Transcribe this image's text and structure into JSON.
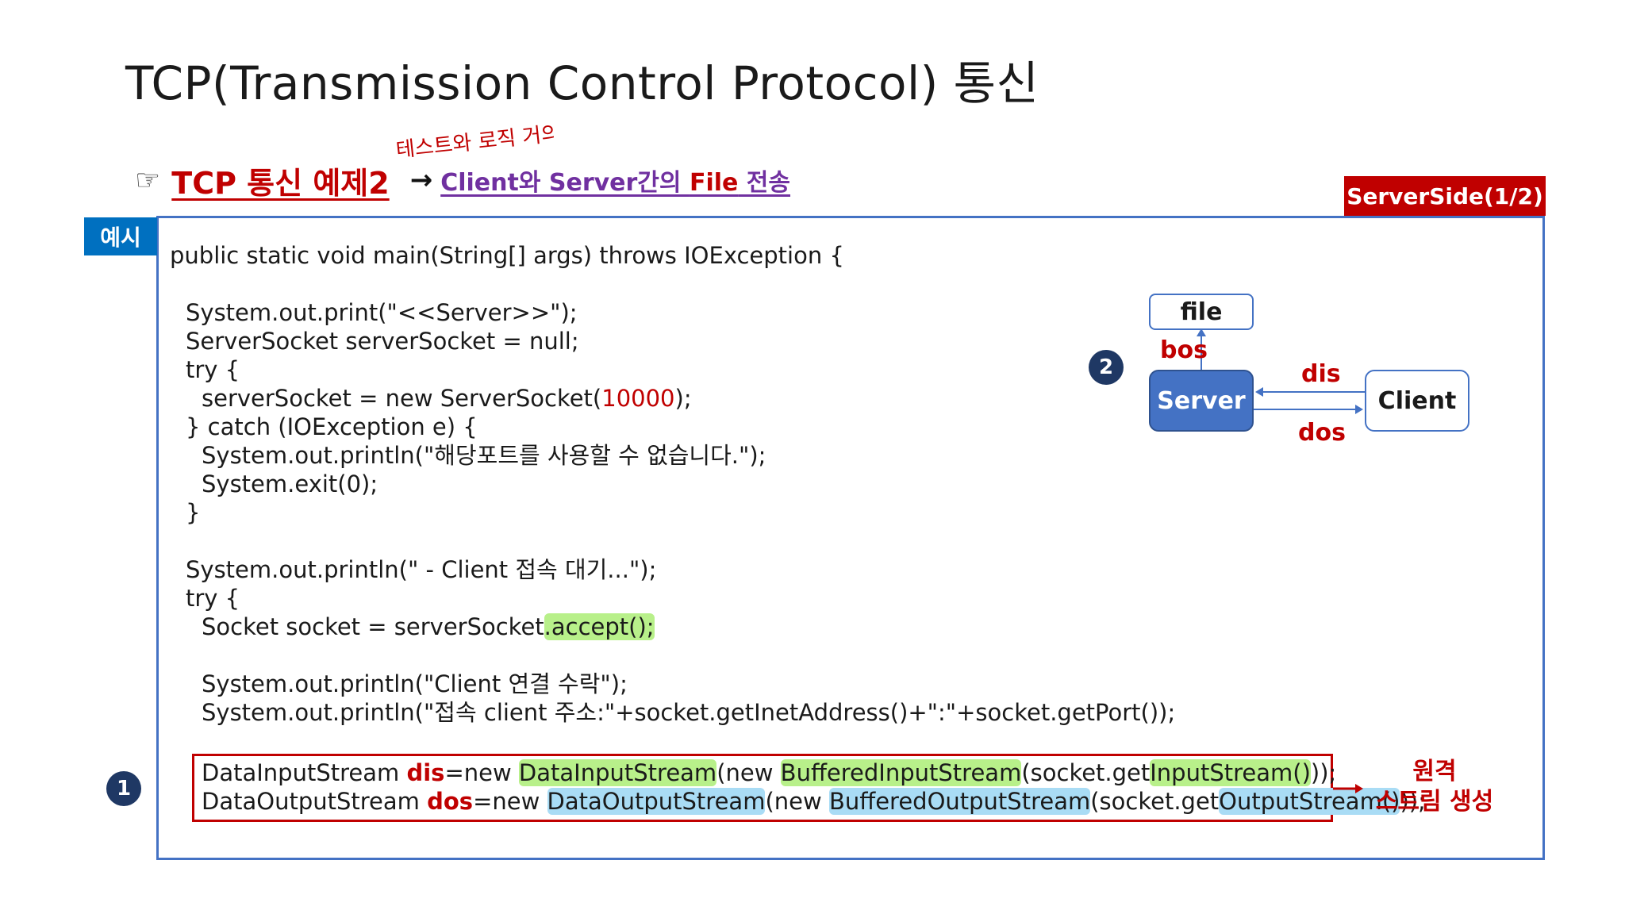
{
  "slide": {
    "title": "TCP(Transmission Control Protocol) 통신",
    "hand_icon": "☞",
    "example_title": "TCP 통신 예제2",
    "arrow_icon": "→",
    "description_prefix": "Client와 Server간의 ",
    "description_file": "File",
    "description_suffix": " 전송",
    "handwritten_note": "테스트와 로직 거의 비슷",
    "server_side_badge": "ServerSide(1/2)",
    "example_badge": "예시"
  },
  "code": {
    "l1": "public static void main(String[] args) throws IOException {",
    "l2": "System.out.print(\"<<Server>>\");",
    "l3": "ServerSocket serverSocket = null;",
    "l4": "try {",
    "l5a": "serverSocket = new ServerSocket(",
    "l5num": "10000",
    "l5b": ");",
    "l6": "} catch (IOException e) {",
    "l7": "System.out.println(\"해당포트를 사용할 수 없습니다.\");",
    "l8": "System.exit(0);",
    "l9": "}",
    "l10": "System.out.println(\" - Client 접속 대기...\");",
    "l11": "try {",
    "l12a": "Socket socket = serverSocket",
    "l12hl": ".accept();",
    "l13": "System.out.println(\"Client 연결 수락\");",
    "l14": "System.out.println(\"접속 client 주소:\"+socket.getInetAddress()+\":\"+socket.getPort());",
    "s1": {
      "type": "DataInputStream ",
      "var": "dis",
      "eq": "=new ",
      "hl1": "DataInputStream",
      "mid": "(new ",
      "hl2": "BufferedInputStream",
      "mid2": "(socket.get",
      "hl3": "InputStream()",
      "end": "));"
    },
    "s2": {
      "type": "DataOutputStream ",
      "var": "dos",
      "eq": "=new ",
      "hl1": "DataOutputStream",
      "mid": "(new ",
      "hl2": "BufferedOutputStream",
      "mid2": "(socket.get",
      "hl3": "OutputStream()",
      "end": "));"
    }
  },
  "annotations": {
    "marker1": "1",
    "marker2": "2",
    "stream_note_line1": "원격",
    "stream_note_line2": "스트림 생성"
  },
  "diagram": {
    "file": "file",
    "server": "Server",
    "client": "Client",
    "bos": "bos",
    "dis": "dis",
    "dos": "dos"
  },
  "colors": {
    "accent_red": "#c00000",
    "accent_blue": "#0070c0",
    "box_border": "#4472c4",
    "purple": "#7030a0",
    "highlight_green": "#b8f08a",
    "highlight_blue": "#a9dcf5",
    "marker_navy": "#1f3864"
  }
}
